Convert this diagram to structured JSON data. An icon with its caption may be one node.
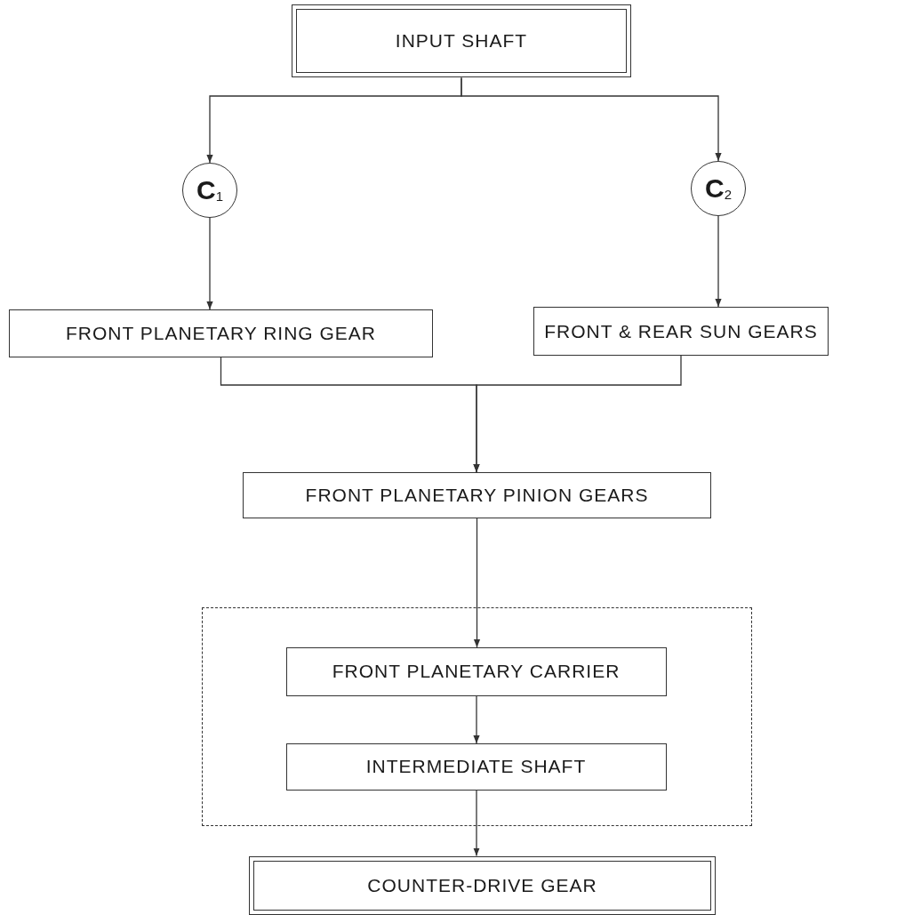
{
  "diagram": {
    "nodes": [
      {
        "text": [
          "INPUT SHAFT"
        ]
      },
      {
        "text": [
          "C$_{1}$"
        ]
      },
      {
        "text": [
          "C$_{2}$"
        ]
      },
      {
        "text": [
          "FRONT PLANETARY RING GEAR"
        ]
      },
      {
        "text": [
          "FRONT & REAR SUN GEARS"
        ]
      },
      {
        "text": [
          "FRONT PLANETARY PINION GEARS"
        ]
      },
      {
        "text": [],
        "shape": "box"
      },
      {
        "text": [
          "FRONT PLANETARY CARRIER"
        ],
        "in": 6
      },
      {
        "text": [
          "INTERMEDIATE SHAFT"
        ],
        "in": 6
      },
      {
        "text": [
          "COUNTER-DRIVE GEAR"
        ]
      }
    ],
    "edges": [
      {
        "from": 0,
        "to": 1,
        "arrow": "to"
      },
      {
        "from": 0,
        "to": 2,
        "arrow": "to"
      },
      {
        "from": 1,
        "to": 3,
        "arrow": "to"
      },
      {
        "from": 2,
        "to": 4,
        "arrow": "to"
      },
      {
        "from": 3,
        "to": 5,
        "arrow": "to"
      },
      {
        "from": 4,
        "to": 5,
        "arrow": "to"
      },
      {
        "from": 5,
        "to": 7,
        "arrow": "to"
      },
      {
        "from": 7,
        "to": 8,
        "arrow": "to"
      },
      {
        "from": 8,
        "to": 9,
        "arrow": "to"
      }
    ]
  }
}
